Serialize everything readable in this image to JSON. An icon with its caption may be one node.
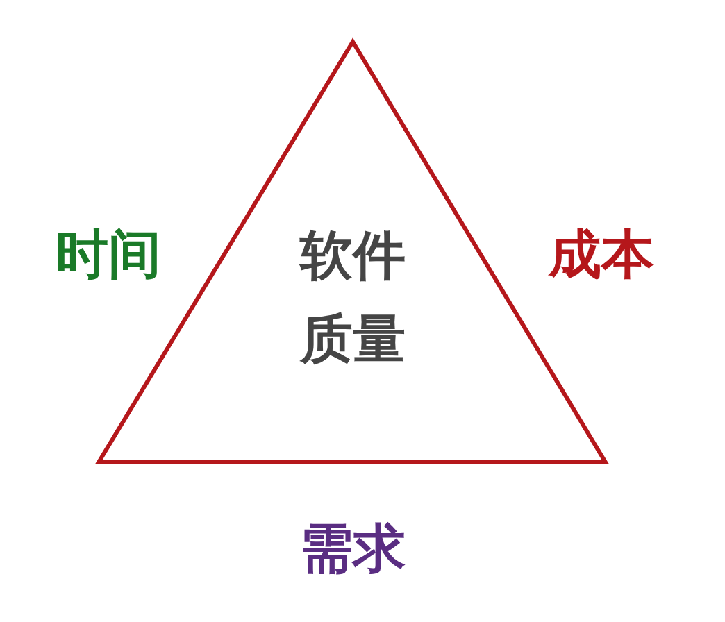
{
  "diagram": {
    "nodes": [
      {
        "text": [
          "软件质量"
        ],
        "beside": [
          "时间",
          "成本",
          "需求"
        ]
      }
    ]
  }
}
